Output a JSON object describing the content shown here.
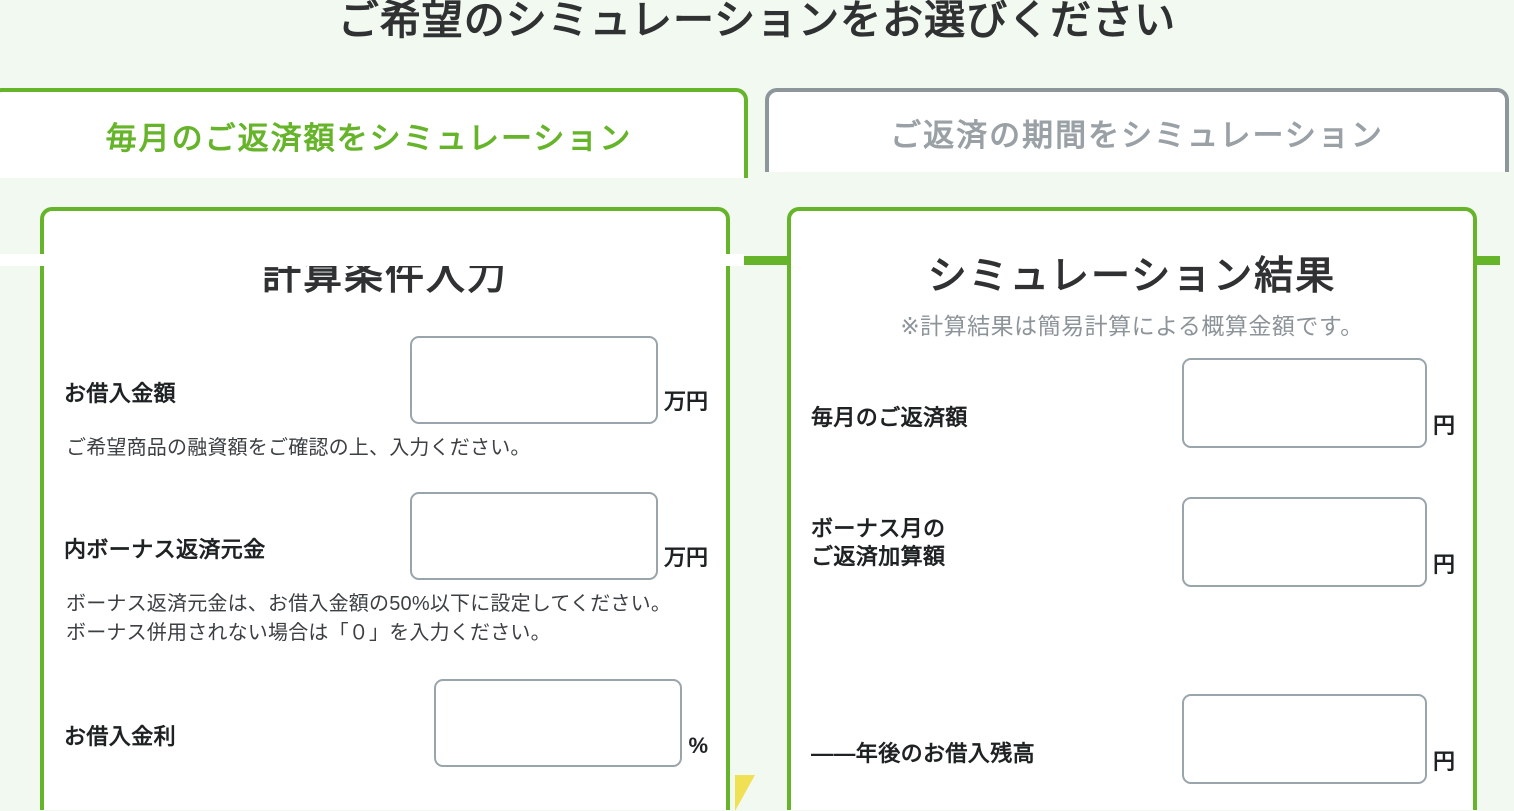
{
  "page": {
    "heading": "ご希望のシミュレーションをお選びください",
    "background_color": "#f2f9f0",
    "accent_color": "#66b42a",
    "inactive_color": "#8d969b"
  },
  "tabs": [
    {
      "label": "毎月のご返済額をシミュレーション",
      "state": "active"
    },
    {
      "label": "ご返済の期間をシミュレーション",
      "state": "inactive"
    }
  ],
  "input_panel": {
    "title": "計算条件入力",
    "fields": [
      {
        "label": "お借入金額",
        "value": "",
        "unit": "万円",
        "note": "ご希望商品の融資額をご確認の上、入力ください。"
      },
      {
        "label": "内ボーナス返済元金",
        "value": "",
        "unit": "万円",
        "note": "ボーナス返済元金は、お借入金額の50%以下に設定してください。\nボーナス併用されない場合は「０」を入力ください。"
      },
      {
        "label": "お借入金利",
        "value": "",
        "unit": "%",
        "note": ""
      }
    ]
  },
  "result_panel": {
    "title": "シミュレーション結果",
    "subtitle": "※計算結果は簡易計算による概算金額です。",
    "fields": [
      {
        "label": "毎月のご返済額",
        "value": "",
        "unit": "円"
      },
      {
        "label": "ボーナス月の\nご返済加算額",
        "value": "",
        "unit": "円"
      },
      {
        "label": "――年後のお借入残高",
        "value": "",
        "unit": "円"
      }
    ]
  },
  "decorations": {
    "pointer_triangle_color": "#f0e054"
  }
}
